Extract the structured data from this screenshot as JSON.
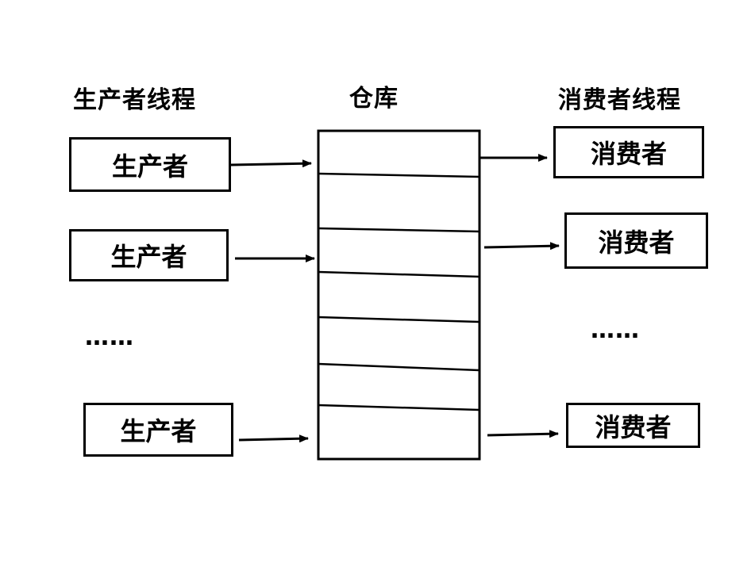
{
  "headings": {
    "producer_threads": "生产者线程",
    "warehouse": "仓库",
    "consumer_threads": "消费者线程"
  },
  "producers": [
    "生产者",
    "生产者",
    "生产者"
  ],
  "consumers": [
    "消费者",
    "消费者",
    "消费者"
  ],
  "ellipsis_left": "……",
  "ellipsis_right": "……",
  "warehouse_slot_count": 7
}
